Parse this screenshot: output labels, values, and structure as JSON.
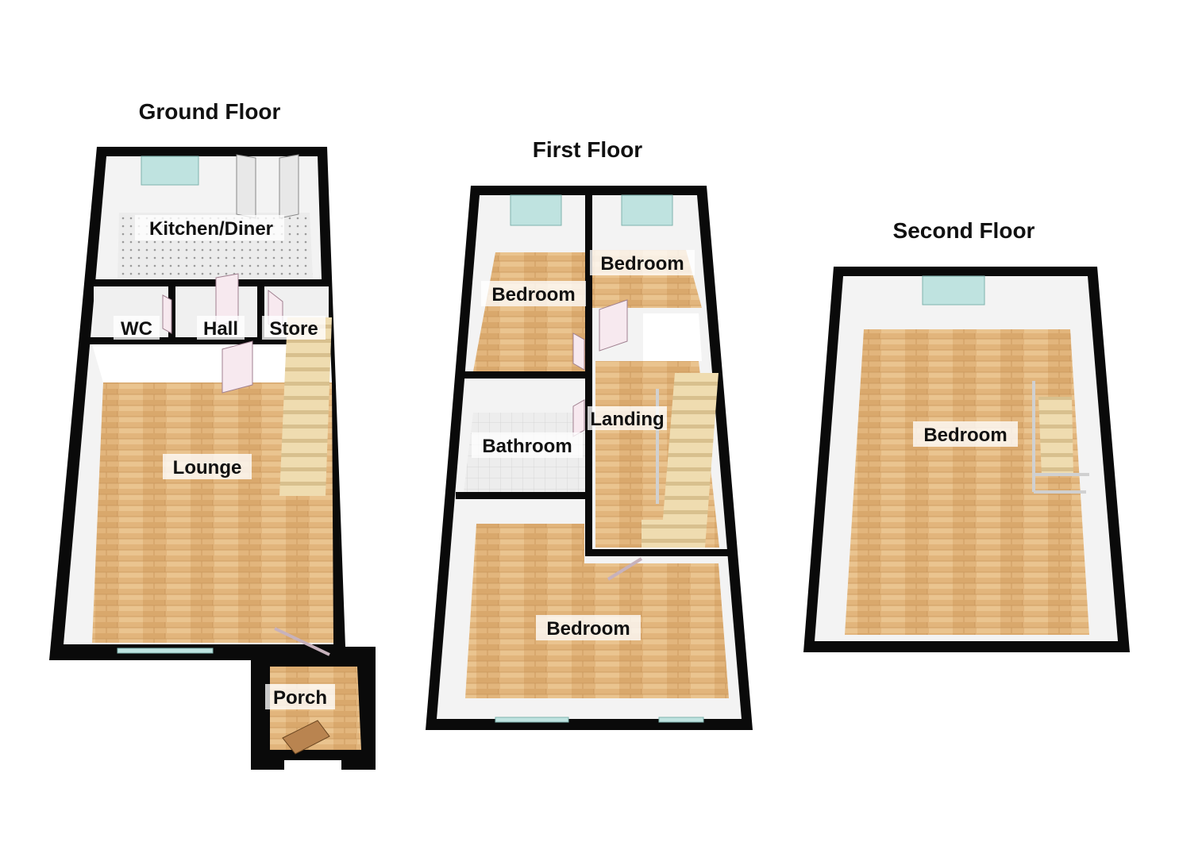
{
  "floors": {
    "ground": {
      "title": "Ground Floor",
      "rooms": {
        "kitchen": "Kitchen/Diner",
        "wc": "WC",
        "hall": "Hall",
        "store": "Store",
        "lounge": "Lounge",
        "porch": "Porch"
      }
    },
    "first": {
      "title": "First Floor",
      "rooms": {
        "bedroom_left": "Bedroom",
        "bedroom_right": "Bedroom",
        "bathroom": "Bathroom",
        "landing": "Landing",
        "bedroom_front": "Bedroom"
      }
    },
    "second": {
      "title": "Second Floor",
      "rooms": {
        "bedroom": "Bedroom"
      }
    }
  },
  "colors": {
    "wall": "#0a0a0a",
    "wood_floor": "#e2b57c",
    "tile_floor": "#e9e9e9",
    "window": "#bfe3e0",
    "stairs": "#efdcb0"
  }
}
